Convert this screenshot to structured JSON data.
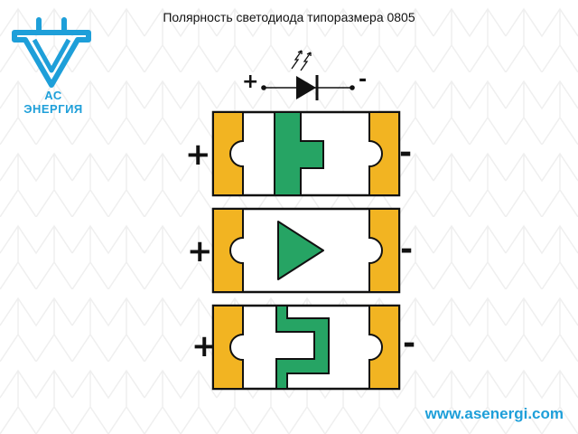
{
  "title": "Полярность светодиода типоразмера 0805",
  "brand": {
    "name": "АС ЭНЕРГИЯ",
    "color": "#1e9fd9",
    "icon": "as-energy-logo-icon"
  },
  "website": "www.asenergi.com",
  "symbol": {
    "plus": "+",
    "minus": "-",
    "icon": "led-diode-symbol-icon"
  },
  "packages": [
    {
      "plus": "+",
      "minus": "-",
      "marking": "t-shape"
    },
    {
      "plus": "+",
      "minus": "-",
      "marking": "triangle"
    },
    {
      "plus": "+",
      "minus": "-",
      "marking": "step"
    }
  ],
  "colors": {
    "pad": "#f2b422",
    "marking": "#26a464",
    "outline": "#111111",
    "pattern": "#ececec"
  }
}
